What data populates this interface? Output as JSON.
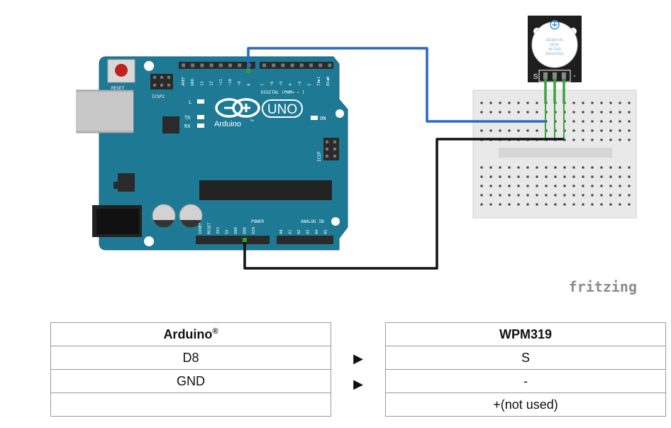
{
  "arduino": {
    "reset_label": "RESET",
    "icsp2_label": "ICSP2",
    "icsp_label": "ICSP",
    "brand": "Arduino",
    "brand_tm": "TM",
    "model": "UNO",
    "digital_label": "DIGITAL (PWM= ~ )",
    "digital_pins": [
      "AREF",
      "GND",
      "13",
      "12",
      "~11",
      "~10",
      "~9",
      "8",
      "7",
      "~6",
      "~5",
      "4",
      "~3",
      "2",
      "TX▶1",
      "RX◀0"
    ],
    "led_l": "L",
    "led_tx": "TX",
    "led_rx": "RX",
    "on_label": "ON",
    "power_label": "POWER",
    "power_pins": [
      "IOREF",
      "RESET",
      "3V3",
      "5V",
      "GND",
      "GND",
      "VIN"
    ],
    "analog_label": "ANALOG IN",
    "analog_pins": [
      "A0",
      "A1",
      "A2",
      "A3",
      "A4",
      "A5"
    ]
  },
  "buzzer": {
    "seal_text": [
      "REMOVE",
      "SEAL",
      "AFTER",
      "WASHING"
    ],
    "pin_s": "S",
    "pin_minus": "-"
  },
  "watermark": "fritzing",
  "colors": {
    "board": "#1e7a94",
    "wire_signal": "#2a69c3",
    "wire_ground": "#111111",
    "pin_wire": "#3aa43a",
    "breadboard": "#e9e9e9"
  },
  "table": {
    "left_header": "Arduino",
    "left_header_mark": "®",
    "right_header": "WPM319",
    "rows": [
      {
        "arduino": "D8",
        "wpm": "S"
      },
      {
        "arduino": "GND",
        "wpm": "-"
      },
      {
        "arduino": "",
        "wpm": "+(not used)"
      }
    ],
    "arrow_symbol": "▶"
  }
}
